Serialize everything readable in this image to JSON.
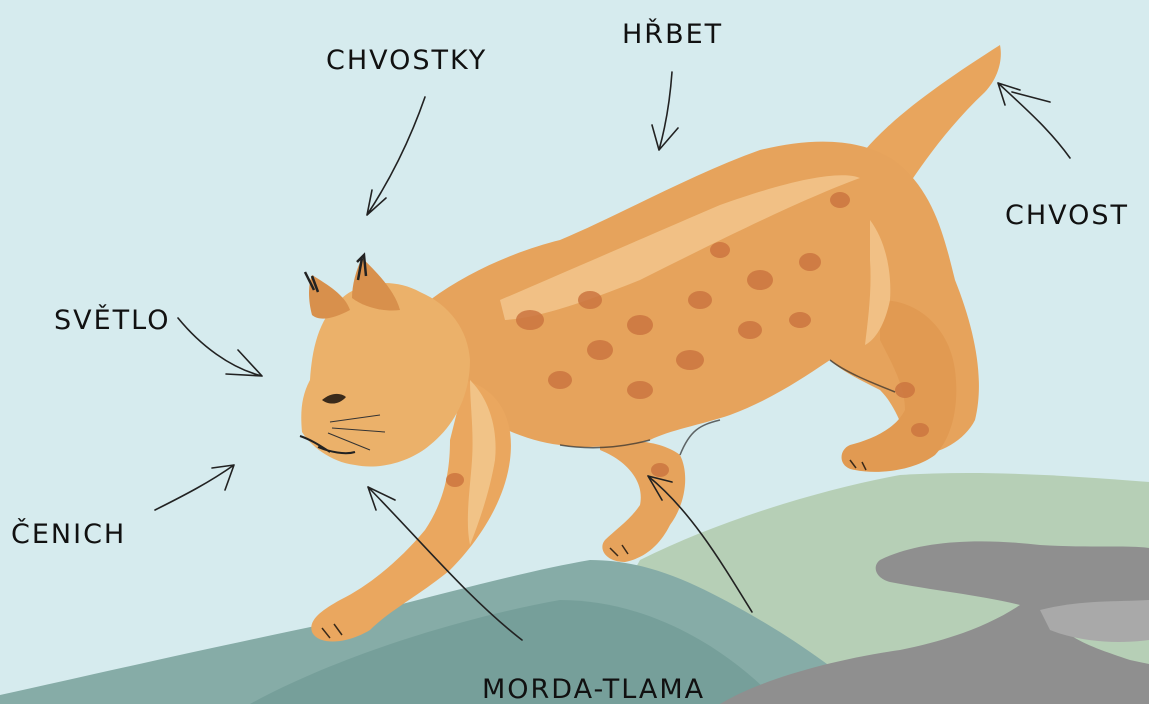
{
  "labels": {
    "chvostky": "CHVOSTKY",
    "hrbet": "HŘBET",
    "chvost": "CHVOST",
    "svetlo": "SVĚTLO",
    "cenich": "ČENICH",
    "morda_tlama": "MORDA-TLAMA"
  },
  "colors": {
    "sky": "#d6ebee",
    "fur": "#e6a35c",
    "fur_light": "#f1c489",
    "spots": "#cc7640",
    "hill_green": "#a9c4a9",
    "hill_teal": "#7fa7a2",
    "rock_grey": "#8e8e8e",
    "line": "#222222"
  }
}
